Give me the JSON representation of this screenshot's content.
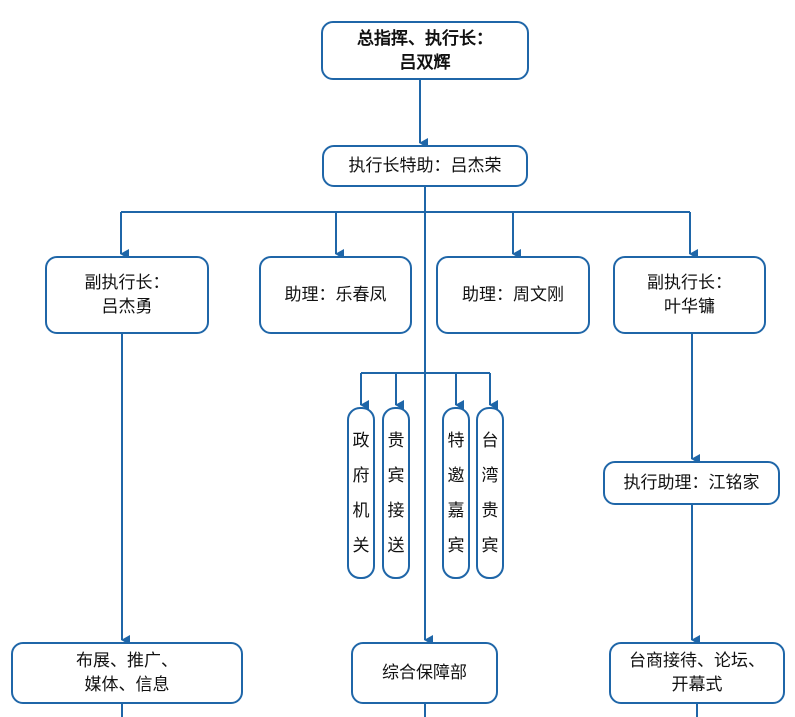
{
  "nodes": {
    "commander": {
      "lines": [
        "总指挥、执行长：",
        "吕双辉"
      ]
    },
    "special_assistant": {
      "lines": [
        "执行长特助：吕杰荣"
      ]
    },
    "vp_left": {
      "lines": [
        "副执行长：",
        "吕杰勇"
      ]
    },
    "assistant_1": {
      "lines": [
        "助理：乐春凤"
      ]
    },
    "assistant_2": {
      "lines": [
        "助理：周文刚"
      ]
    },
    "vp_right": {
      "lines": [
        "副执行长：",
        "叶华镛"
      ]
    },
    "exec_assistant": {
      "lines": [
        "执行助理：江铭家"
      ]
    },
    "bottom_left": {
      "lines": [
        "布展、推广、",
        "媒体、信息"
      ]
    },
    "bottom_center": {
      "lines": [
        "综合保障部"
      ]
    },
    "bottom_right": {
      "lines": [
        "台商接待、论坛、",
        "开幕式"
      ]
    }
  },
  "pills": [
    {
      "chars": [
        "政",
        "府",
        "机",
        "关"
      ]
    },
    {
      "chars": [
        "贵",
        "宾",
        "接",
        "送"
      ]
    },
    {
      "chars": [
        "特",
        "邀",
        "嘉",
        "宾"
      ]
    },
    {
      "chars": [
        "台",
        "湾",
        "贵",
        "宾"
      ]
    }
  ],
  "colors": {
    "line": "#1f66a8",
    "border": "#1f66a8"
  }
}
